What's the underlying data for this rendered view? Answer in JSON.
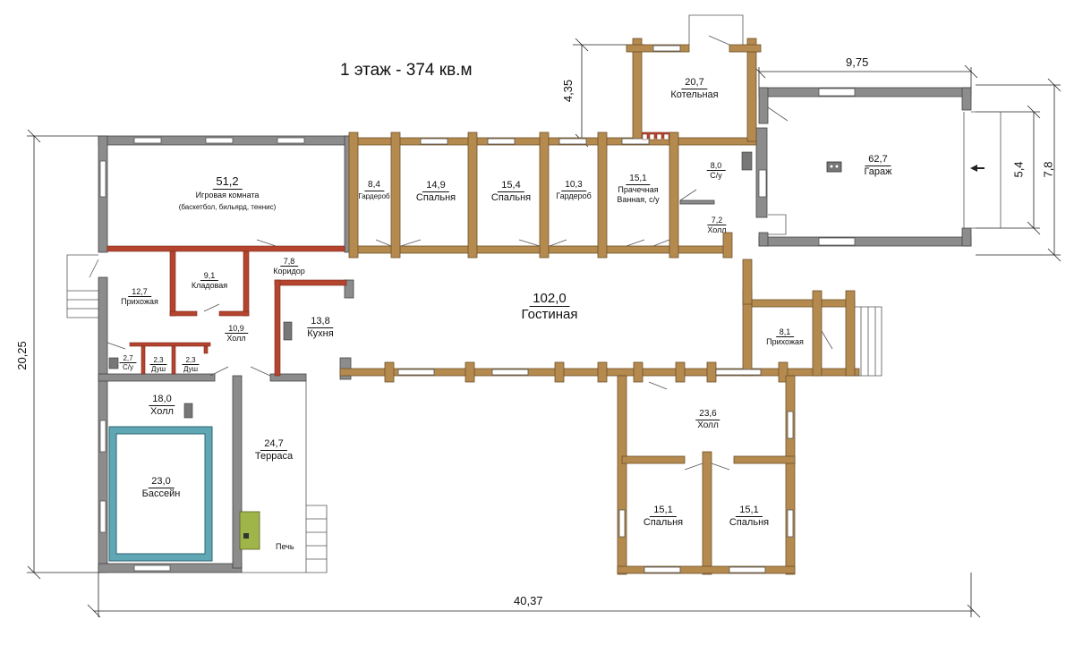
{
  "title": "1 этаж - 374 кв.м",
  "dimensions": {
    "total_width": "40,37",
    "total_height": "20,25",
    "boiler_wing_height": "4,35",
    "garage_width": "9,75",
    "garage_door_width": "5,4",
    "garage_depth": "7,8"
  },
  "rooms": [
    {
      "id": "game_room",
      "area": "51,2",
      "name": "Игровая комната",
      "note": "(баскетбол, бильярд, теннис)"
    },
    {
      "id": "wardrobe_1",
      "area": "8,4",
      "name": "Гардероб"
    },
    {
      "id": "bedroom_1",
      "area": "14,9",
      "name": "Спальня"
    },
    {
      "id": "bedroom_2",
      "area": "15,4",
      "name": "Спальня"
    },
    {
      "id": "wardrobe_2",
      "area": "10,3",
      "name": "Гардероб"
    },
    {
      "id": "laundry",
      "area": "15,1",
      "name": "Прачечная",
      "name2": "Ванная, с/у"
    },
    {
      "id": "boiler",
      "area": "20,7",
      "name": "Котельная"
    },
    {
      "id": "wc_1",
      "area": "8,0",
      "name": "С/у"
    },
    {
      "id": "hall_1",
      "area": "7,2",
      "name": "Холл"
    },
    {
      "id": "garage",
      "area": "62,7",
      "name": "Гараж"
    },
    {
      "id": "corridor",
      "area": "7,8",
      "name": "Коридор"
    },
    {
      "id": "storage",
      "area": "9,1",
      "name": "Кладовая"
    },
    {
      "id": "entrance_1",
      "area": "12,7",
      "name": "Прихожая"
    },
    {
      "id": "kitchen",
      "area": "13,8",
      "name": "Кухня"
    },
    {
      "id": "living",
      "area": "102,0",
      "name": "Гостиная"
    },
    {
      "id": "entrance_2",
      "area": "8,1",
      "name": "Прихожая"
    },
    {
      "id": "hall_2",
      "area": "10,9",
      "name": "Холл"
    },
    {
      "id": "wc_2",
      "area": "2,7",
      "name": "С/у"
    },
    {
      "id": "shower_1",
      "area": "2,3",
      "name": "Душ"
    },
    {
      "id": "shower_2",
      "area": "2,3",
      "name": "Душ"
    },
    {
      "id": "hall_3",
      "area": "18,0",
      "name": "Холл"
    },
    {
      "id": "pool",
      "area": "23,0",
      "name": "Бассейн"
    },
    {
      "id": "terrace",
      "area": "24,7",
      "name": "Терраса"
    },
    {
      "id": "hall_4",
      "area": "23,6",
      "name": "Холл"
    },
    {
      "id": "bedroom_3",
      "area": "15,1",
      "name": "Спальня"
    },
    {
      "id": "bedroom_4",
      "area": "15,1",
      "name": "Спальня"
    }
  ],
  "stove_label": "Печь",
  "colors": {
    "timber_wall": "#b58a4f",
    "timber_stroke": "#6e5128",
    "masonry_wall": "#8c8c8c",
    "brick_wall": "#b5442e",
    "pool_water": "#5fa7b4",
    "stove": "#9fb54a"
  }
}
